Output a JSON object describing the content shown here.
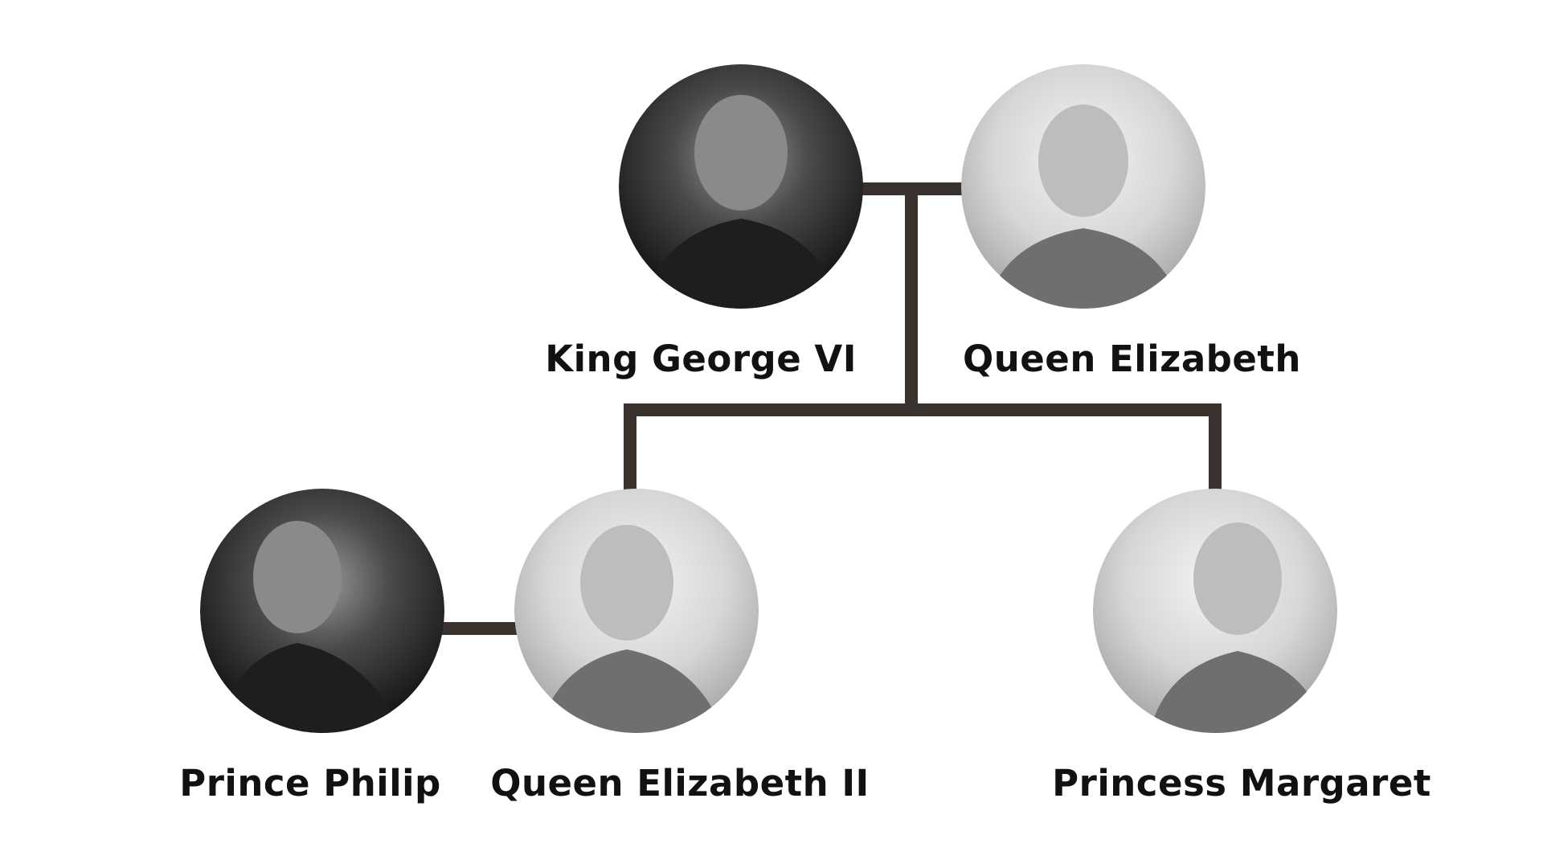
{
  "colors": {
    "background": "#ffffff",
    "connector": "#3a322f",
    "label_text": "#111111",
    "photo_dark": "#1e1e1e",
    "photo_mid": "#6f6f6f",
    "photo_light": "#d8d8d8"
  },
  "people": {
    "king_george_vi": {
      "name": "King George VI",
      "photo_tone": "dark"
    },
    "queen_elizabeth": {
      "name": "Queen Elizabeth",
      "photo_tone": "light"
    },
    "prince_philip": {
      "name": "Prince Philip",
      "photo_tone": "dark"
    },
    "queen_elizabeth_ii": {
      "name": "Queen Elizabeth II",
      "photo_tone": "light"
    },
    "princess_margaret": {
      "name": "Princess Margaret",
      "photo_tone": "light"
    }
  },
  "relationships": {
    "spouses": [
      [
        "king_george_vi",
        "queen_elizabeth"
      ],
      [
        "prince_philip",
        "queen_elizabeth_ii"
      ]
    ],
    "children": {
      "parents": [
        "king_george_vi",
        "queen_elizabeth"
      ],
      "children": [
        "queen_elizabeth_ii",
        "princess_margaret"
      ]
    }
  }
}
